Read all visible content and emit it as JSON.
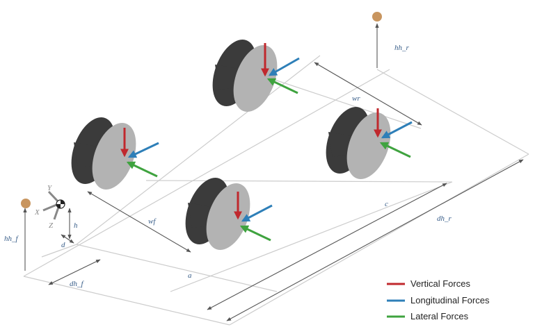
{
  "labels": {
    "hh_r": "hh_r",
    "wr": "wr",
    "c": "c",
    "dh_r": "dh_r",
    "wf": "wf",
    "a": "a",
    "hh_f": "hh_f",
    "dh_f": "dh_f",
    "d": "d",
    "h": "h"
  },
  "axes": {
    "x": "X",
    "y": "Y",
    "z": "Z"
  },
  "legend": [
    {
      "name": "vertical",
      "label": "Vertical Forces",
      "color": "#c0282d"
    },
    {
      "name": "longitudinal",
      "label": "Longitudinal Forces",
      "color": "#2e7fb8"
    },
    {
      "name": "lateral",
      "label": "Lateral Forces",
      "color": "#3fa33f"
    }
  ],
  "colors": {
    "tire_tread": "#3b3b3b",
    "tire_face": "#b3b3b3",
    "plane": "#cccccc",
    "dimension": "#555555",
    "hitch": "#c8955f"
  }
}
